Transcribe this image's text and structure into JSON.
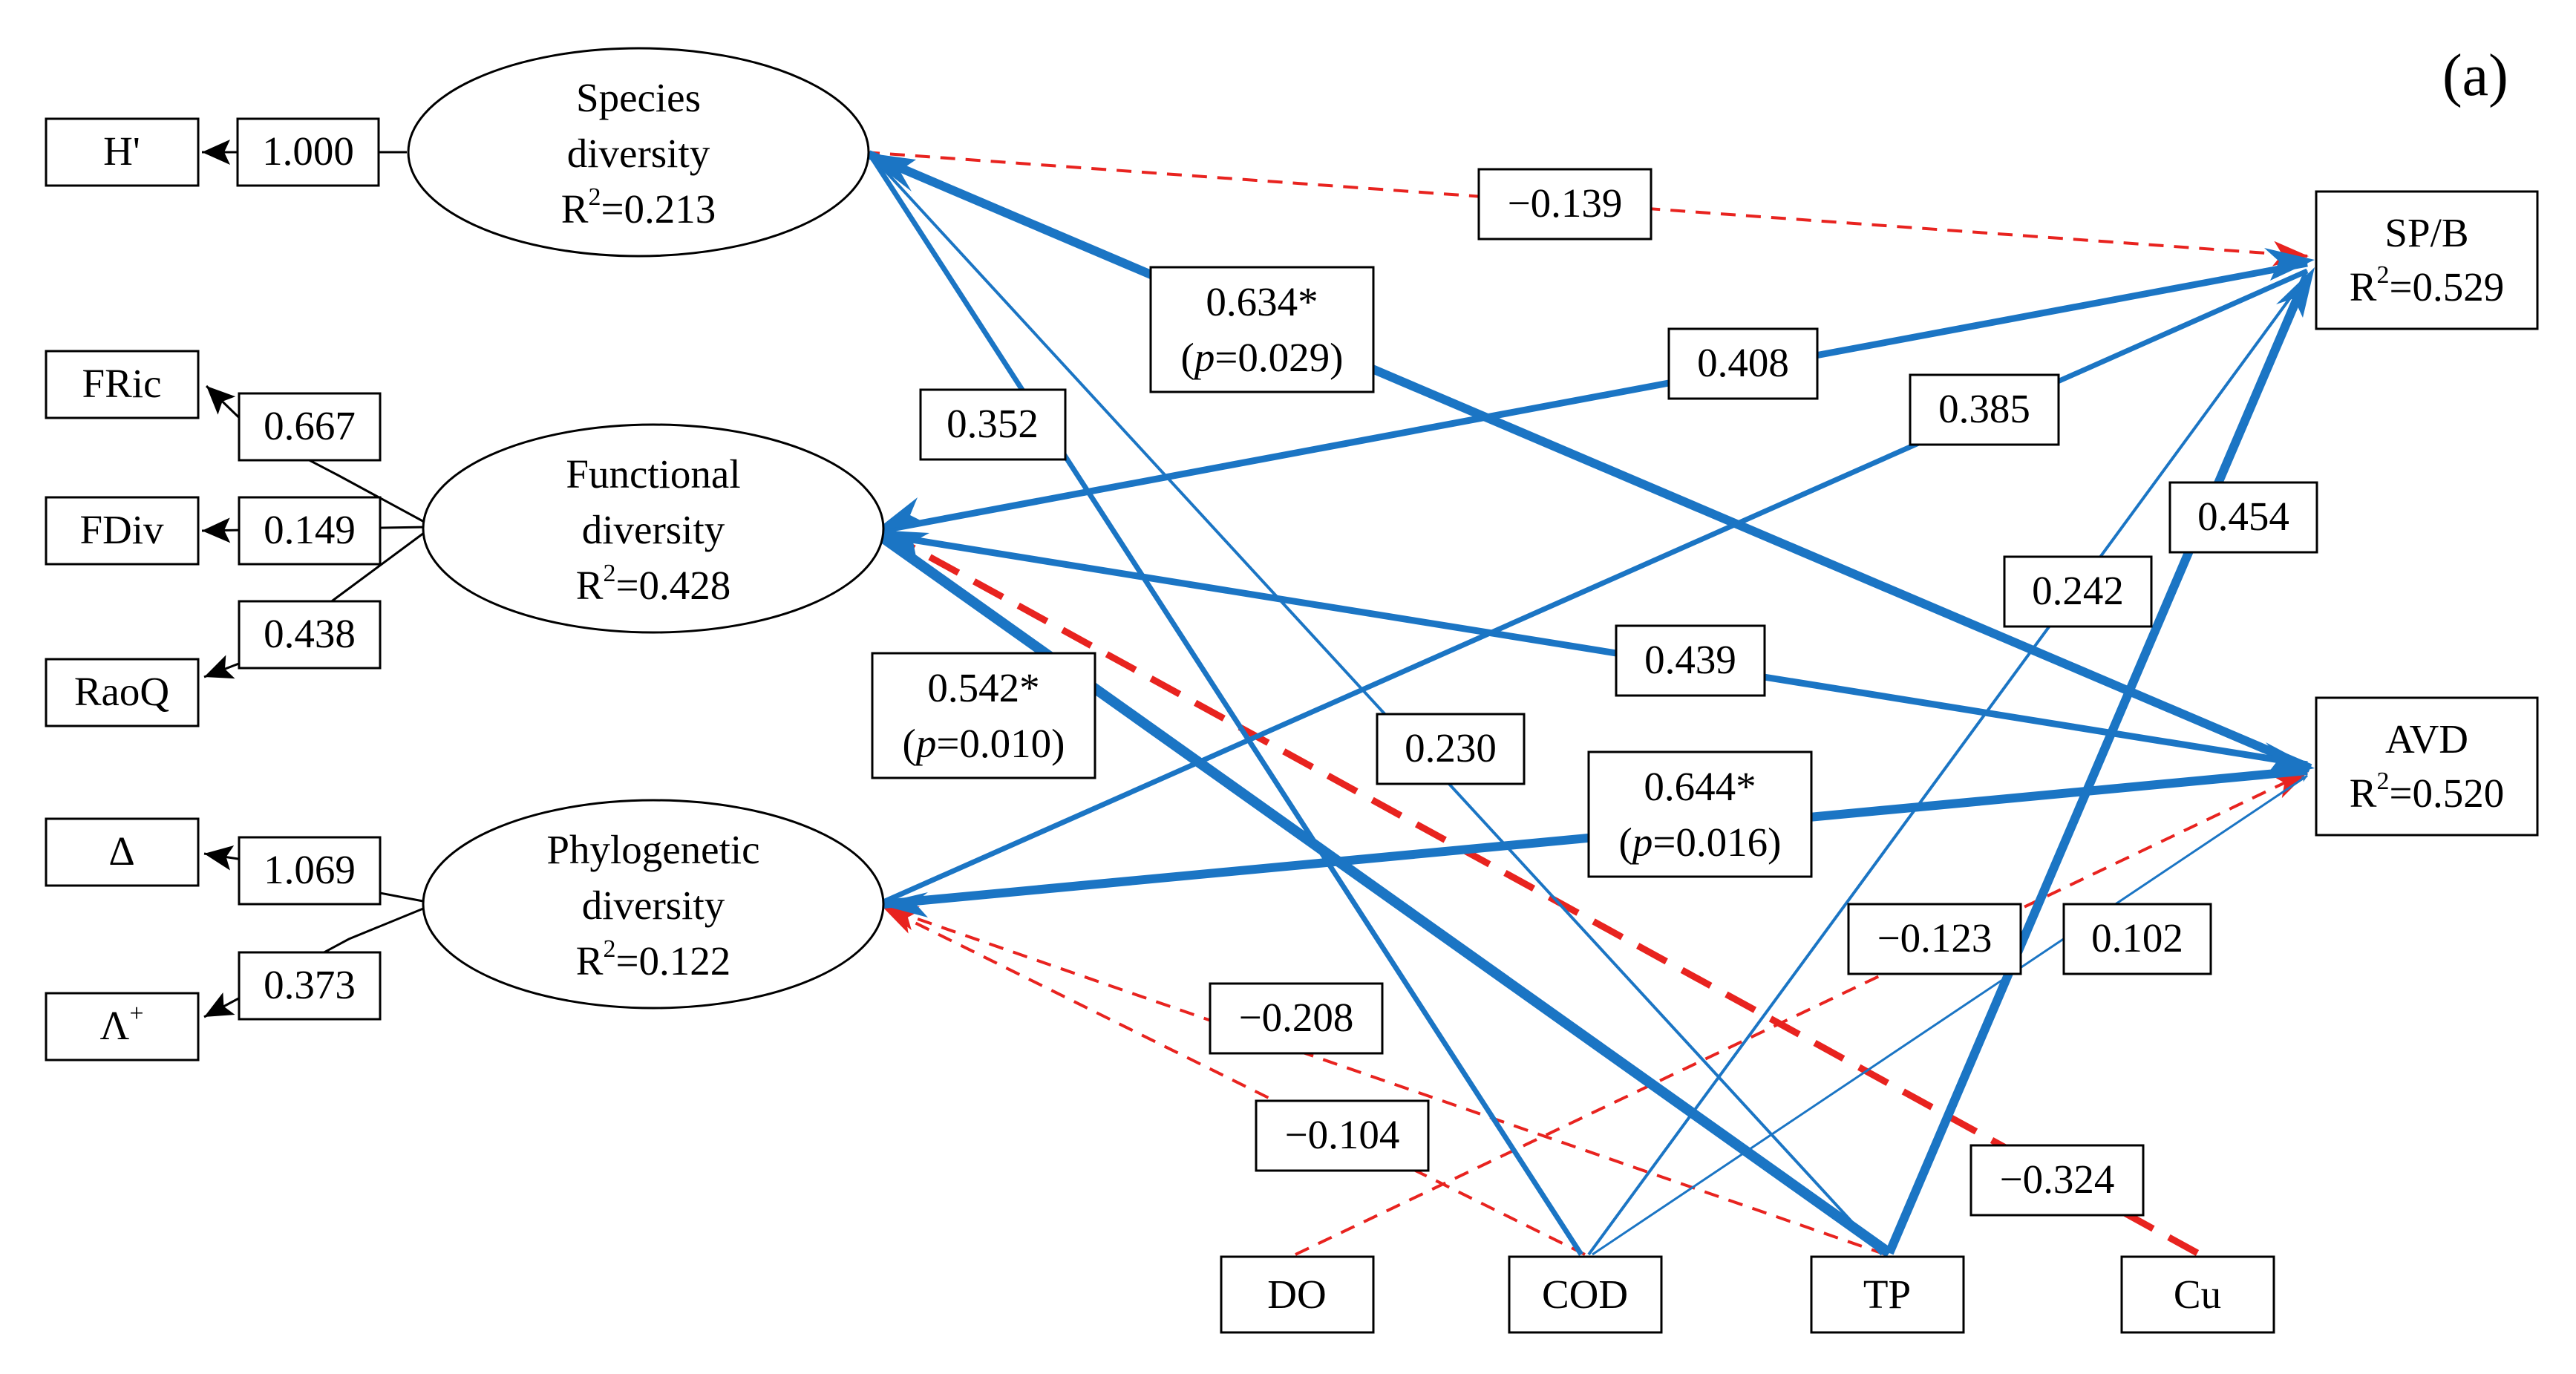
{
  "panel_label": "(a)",
  "colors": {
    "positive": "#1b75c4",
    "negative": "#e8231f",
    "outline": "#000000"
  },
  "indicators": {
    "h_prime": "H'",
    "fric": "FRic",
    "fdiv": "FDiv",
    "raoq": "RaoQ",
    "delta": "Δ",
    "lambda": "Λ",
    "lambda_sup": "+"
  },
  "loadings": {
    "h_prime": "1.000",
    "fric": "0.667",
    "fdiv": "0.149",
    "raoq": "0.438",
    "delta": "1.069",
    "lambda": "0.373"
  },
  "latents": {
    "species": {
      "line1": "Species",
      "line2": "diversity",
      "r2_val": "=0.213"
    },
    "functional": {
      "line1": "Functional",
      "line2": "diversity",
      "r2_val": "=0.428"
    },
    "phylogenetic": {
      "line1": "Phylogenetic",
      "line2": "diversity",
      "r2_val": "=0.122"
    }
  },
  "r2": {
    "letter": "R",
    "sup": "2"
  },
  "outcomes": {
    "spb": {
      "name": "SP/B",
      "r2_val": "=0.529"
    },
    "avd": {
      "name": "AVD",
      "r2_val": "=0.520"
    }
  },
  "drivers": {
    "do": "DO",
    "cod": "COD",
    "tp": "TP",
    "cu": "Cu"
  },
  "paths": {
    "species_spb": "−0.139",
    "species_avd": {
      "value": "0.634*",
      "p_italic": "p",
      "p_rest": "=0.029)"
    },
    "functional_spb": "0.408",
    "phylo_spb": "0.385",
    "functional_avd": "0.439",
    "phylo_avd": {
      "value": "0.644*",
      "p_italic": "p",
      "p_rest": "=0.016)"
    },
    "cod_species": "0.352",
    "tp_functional": {
      "value": "0.542*",
      "p_italic": "p",
      "p_rest": "=0.010)"
    },
    "tp_species": "0.230",
    "cod_spb": "0.242",
    "tp_spb": "0.454",
    "do_avd": "−0.123",
    "cod_avd": "0.102",
    "cod_phylo": "−0.208",
    "tp_phylo": "−0.104",
    "cu_functional": "−0.324"
  }
}
